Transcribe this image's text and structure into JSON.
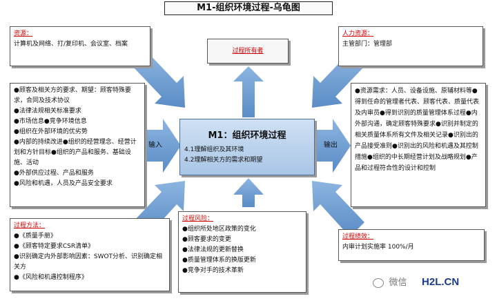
{
  "title": "M1-组织环境过程-乌龟图",
  "resources": {
    "header": "资源：",
    "text": "计算机及网络、打/复印机、会议室、档案"
  },
  "human_resources": {
    "header": "人力资源：",
    "text": "主管部门：管理部"
  },
  "owner": {
    "label": "过程所有者"
  },
  "center": {
    "title": "M1：组织环境过程",
    "items": [
      "4.1理解组织及其环境",
      "4.2理解相关方的需求和期望"
    ]
  },
  "input": {
    "label": "输入",
    "items": [
      "●顾客及相关方的要求、期望：顾客特殊要求，合同及技术协议",
      "●法律法规相关标准要求",
      "●市场信息●竞争环境信息",
      "●组织在外部环境的优劣势",
      "●内部的持续改进●组织的经营理念、经营计划和方针目标●组织的产品和服务、基础设施、活动",
      "●外部供应过程、产品和服务",
      "●风险和机遇，人员及产品安全要求"
    ]
  },
  "output": {
    "label": "输出",
    "items": [
      "●资源需求：人员、设备设施、原辅材料等●得到任命的管理者代表、顾客代表、质量代表及内审员●得到识别的质量管理体系过程●内外部沟通，确定顾客特殊要求●识别并制定的相关质量体系所有文件及相关记录●识别出的产品接受准则●识别出的风险和机遇及其控制措施●组织的中长期经营计划及战略规划●产品和过程符合性的设计和控制"
    ]
  },
  "method": {
    "header": "过程方法：",
    "items": [
      "●《质量手册》",
      "●《顾客特定要求CSR清单》",
      "●识别确定内外部影响因素：SWOT分析、识别确定相关方",
      "●《风险和机遇控制程序》"
    ]
  },
  "risk": {
    "header": "过程风险：",
    "items": [
      "●组织所处地区政策的变化",
      "●顾客要求的变更",
      "●法律法规的更新替换",
      "●质量管理体系的换版更新",
      "●竞争对手的技术革新"
    ]
  },
  "performance": {
    "header": "过程绩效：",
    "text": "内审计划实施率 100%/月"
  },
  "watermark": {
    "wechat": "微信",
    "site": "H2L.CN"
  },
  "colors": {
    "arrow": "#6b9bd1",
    "center_fill": "#b8d0ec",
    "header_red": "#d40000"
  }
}
